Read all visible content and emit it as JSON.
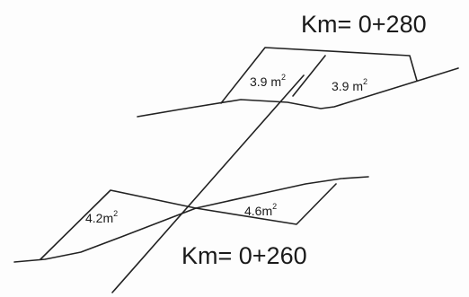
{
  "stations": {
    "upper": "Km= 0+280",
    "lower": "Km= 0+260"
  },
  "areas": {
    "upper_left": {
      "value": "3.9 m",
      "exp": "2"
    },
    "upper_right": {
      "value": "3.9 m",
      "exp": "2"
    },
    "lower_left": {
      "value": "4.2m",
      "exp": "2"
    },
    "lower_right": {
      "value": "4.6m",
      "exp": "2"
    }
  }
}
